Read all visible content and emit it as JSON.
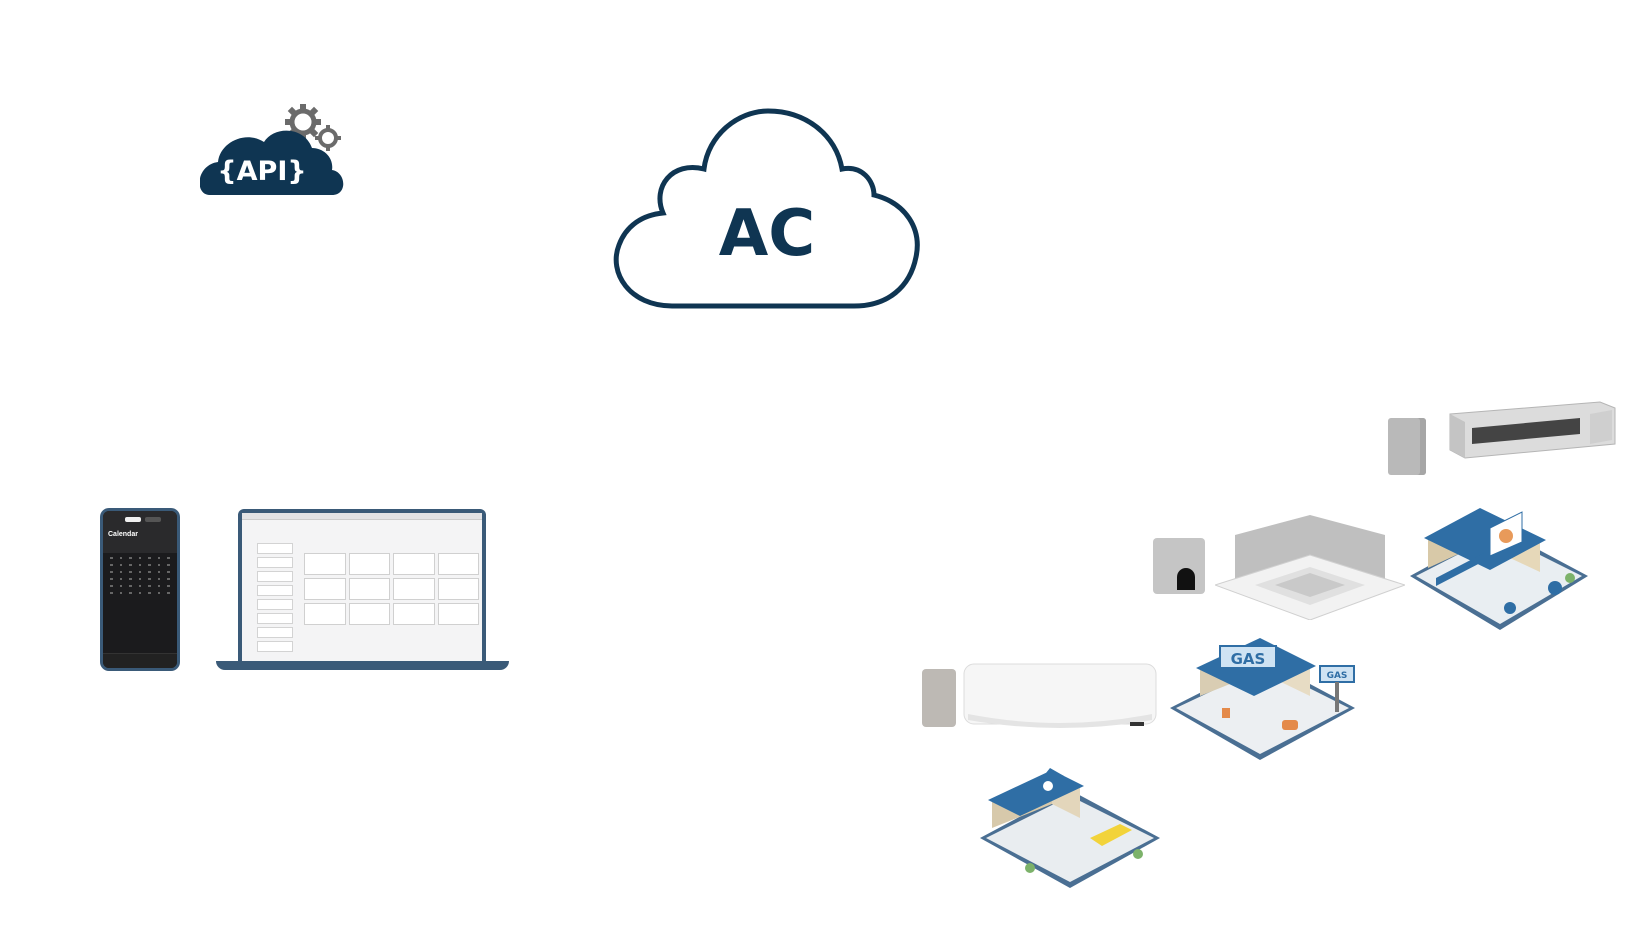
{
  "api_badge": {
    "label": "{API}",
    "color": "#0f3552"
  },
  "cloud": {
    "label": "AC",
    "stroke": "#0f3552"
  },
  "phone_app": {
    "title": "Calendar"
  },
  "colors": {
    "navy": "#0f3552",
    "device_frame": "#3a5a78",
    "tile": "#4a6f93",
    "blue_roof": "#2f6ea5"
  },
  "buildings": [
    {
      "sign": "GAS"
    },
    {
      "sign": "GAS"
    }
  ]
}
